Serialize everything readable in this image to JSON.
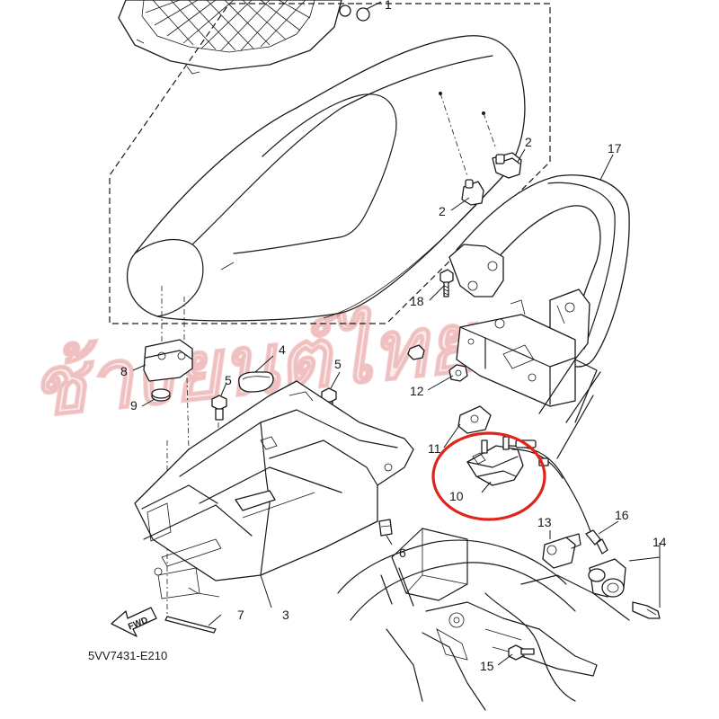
{
  "diagram": {
    "drawing_code": "5VV7431-E210",
    "fwd_label": "FWD",
    "watermark_text": "ช้างยนต์ไทย",
    "highlight_color": "#e0241c",
    "callouts": {
      "c1": "1",
      "c2a": "2",
      "c2b": "2",
      "c3": "3",
      "c4": "4",
      "c5a": "5",
      "c5b": "5",
      "c6": "6",
      "c7": "7",
      "c8": "8",
      "c9": "9",
      "c10": "10",
      "c11": "11",
      "c12": "12",
      "c13": "13",
      "c14": "14",
      "c15": "15",
      "c16": "16",
      "c17": "17",
      "c18": "18"
    }
  }
}
